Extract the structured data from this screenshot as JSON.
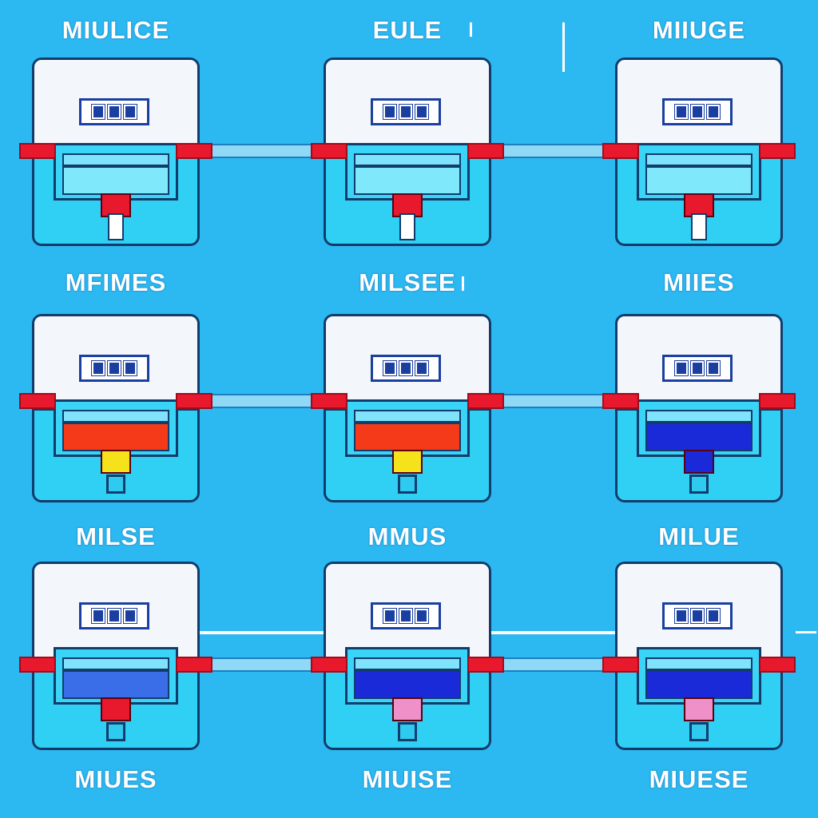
{
  "labels": [
    "MIULICE",
    "EULE",
    "MIIUGE",
    "MFIMES",
    "MILSEE",
    "MIIES",
    "MILSE",
    "MMUS",
    "MILUE",
    "MIUES",
    "MIUISE",
    "MIUESE"
  ],
  "colors": {
    "background": "#2cb8f0",
    "panel": "#30d0f4",
    "panel_top": "#f3f6fb",
    "outline": "#123c6b",
    "display": "#1a3fa0",
    "connector_red": "#e8182d"
  },
  "grid": {
    "rows": [
      {
        "connector": "light",
        "cells": [
          {
            "tray": "#7fe8fb",
            "block": "#e8182d",
            "base": "stick"
          },
          {
            "tray": "#7fe8fb",
            "block": "#e8182d",
            "base": "stick"
          },
          {
            "tray": "#7fe8fb",
            "block": "#e8182d",
            "base": "stick"
          }
        ]
      },
      {
        "connector": "light",
        "cells": [
          {
            "tray": "#f53a1a",
            "block": "#f5e21a",
            "base": "post"
          },
          {
            "tray": "#f53a1a",
            "block": "#f5e21a",
            "base": "post"
          },
          {
            "tray": "#1a2ad8",
            "block": "#1a2ad8",
            "base": "post"
          }
        ]
      },
      {
        "connector": "light",
        "cells": [
          {
            "tray": "#3a6ee8",
            "block": "#e8182d",
            "base": "post"
          },
          {
            "tray": "#1a2ad8",
            "block": "#f090c8",
            "base": "post"
          },
          {
            "tray": "#1a2ad8",
            "block": "#f090c8",
            "base": "post"
          }
        ]
      }
    ]
  },
  "icons": [
    "display-icon",
    "bin-icon",
    "block-icon",
    "post-icon"
  ]
}
